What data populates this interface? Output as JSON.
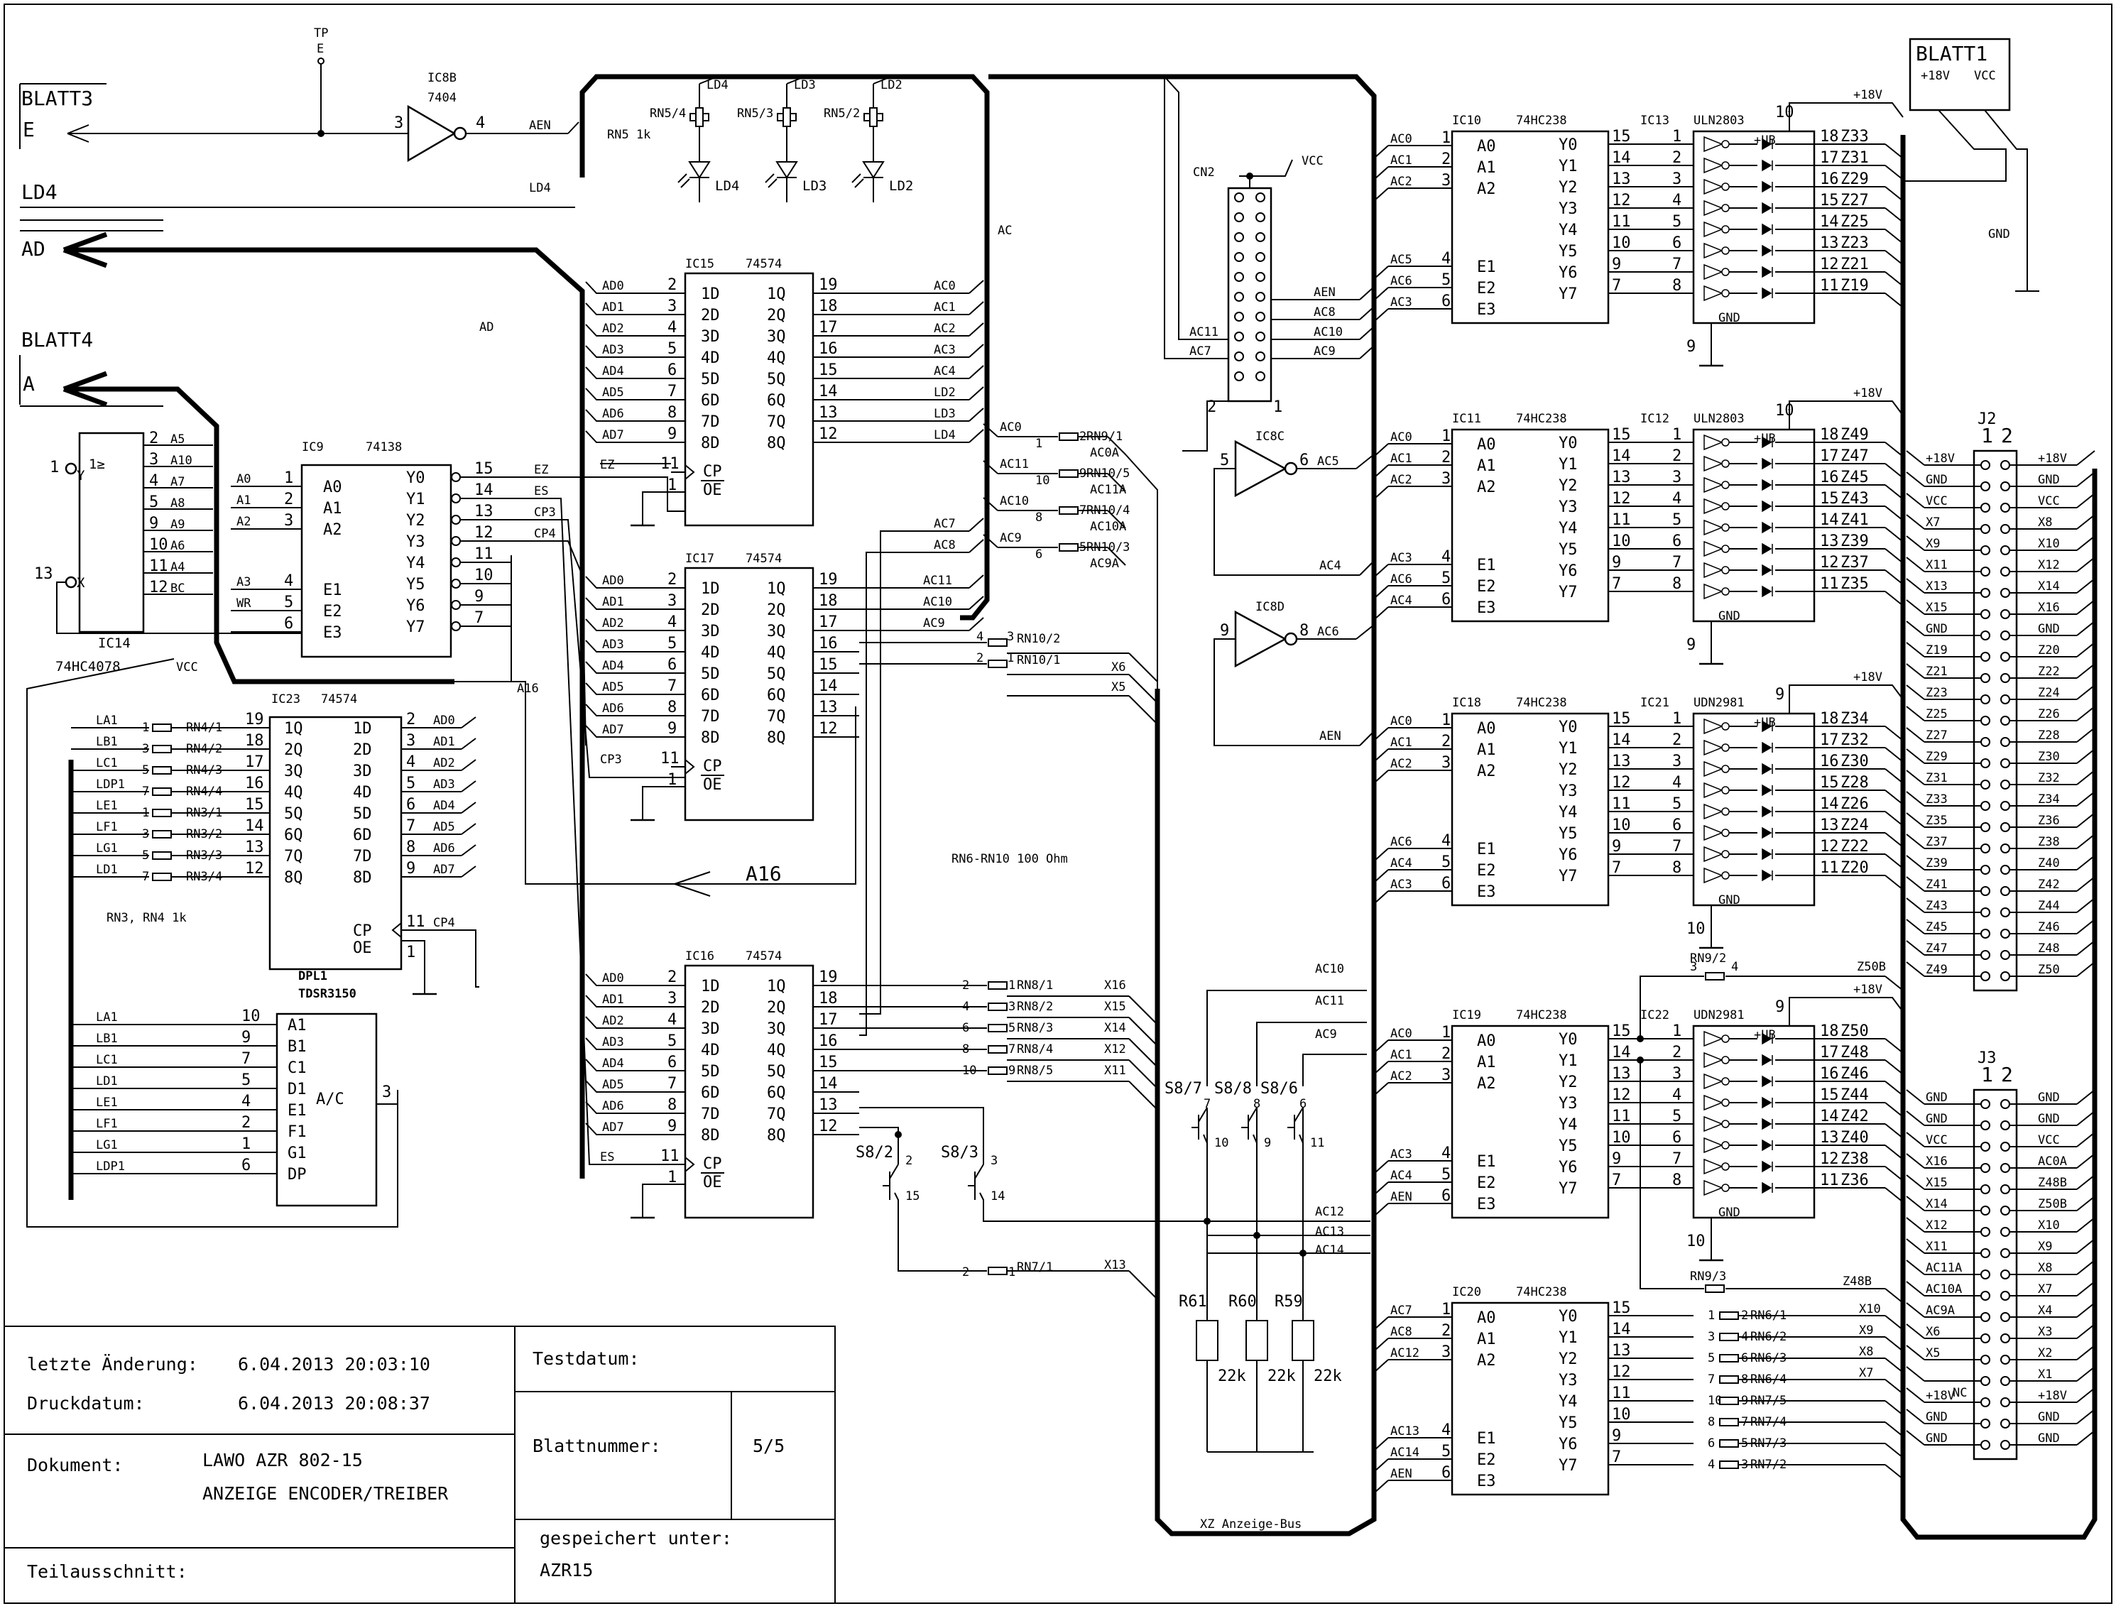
{
  "offpage": {
    "blatt3": {
      "title": "BLATT3",
      "sig": "E"
    },
    "ld4": "LD4",
    "ad": "AD",
    "blatt4": {
      "title": "BLATT4",
      "sig": "A"
    },
    "blatt1": {
      "title": "BLATT1",
      "v18": "+18V",
      "vcc": "VCC"
    }
  },
  "tp": {
    "label": "TP",
    "sig": "E"
  },
  "ic8b": {
    "name": "IC8B",
    "type": "7404",
    "in_pin": "3",
    "out_pin": "4",
    "out_net": "AEN"
  },
  "ld_net": "LD4",
  "rn5": {
    "label": "RN5 1k",
    "parts": [
      "RN5/4",
      "RN5/3",
      "RN5/2"
    ]
  },
  "leds": [
    "LD4",
    "LD3",
    "LD2"
  ],
  "bus_labels": {
    "ac": "AC",
    "ad": "AD",
    "a16": "A16",
    "xz": "XZ  Anzeige-Bus"
  },
  "ic14": {
    "name": "IC14",
    "type": "74HC4078",
    "sym": "1≥",
    "pins": [
      "2",
      "3",
      "4",
      "5",
      "9",
      "10",
      "11",
      "12"
    ],
    "nets": [
      "A5",
      "A10",
      "A7",
      "A8",
      "A9",
      "A6",
      "A4",
      "BC"
    ],
    "y_pin": "1",
    "x_pin": "13",
    "y": "Y",
    "x": "X",
    "vcc": "VCC"
  },
  "ic9": {
    "name": "IC9",
    "type": "74138",
    "inputs": [
      {
        "net": "A0",
        "pin": "1",
        "lbl": "A0"
      },
      {
        "net": "A1",
        "pin": "2",
        "lbl": "A1"
      },
      {
        "net": "A2",
        "pin": "3",
        "lbl": "A2"
      },
      {
        "net": "A3",
        "pin": "4",
        "lbl": "E1"
      },
      {
        "net": "WR",
        "pin": "5",
        "lbl": "E2"
      },
      {
        "net": "",
        "pin": "6",
        "lbl": "E3"
      }
    ],
    "outputs": [
      {
        "lbl": "Y0",
        "pin": "15",
        "net": "EZ"
      },
      {
        "lbl": "Y1",
        "pin": "14",
        "net": "ES"
      },
      {
        "lbl": "Y2",
        "pin": "13",
        "net": "CP3"
      },
      {
        "lbl": "Y3",
        "pin": "12",
        "net": "CP4"
      },
      {
        "lbl": "Y4",
        "pin": "11",
        "net": ""
      },
      {
        "lbl": "Y5",
        "pin": "10",
        "net": ""
      },
      {
        "lbl": "Y6",
        "pin": "9",
        "net": ""
      },
      {
        "lbl": "Y7",
        "pin": "7",
        "net": ""
      }
    ]
  },
  "latches": [
    {
      "name": "IC15",
      "type": "74574",
      "in_nets": [
        "AD0",
        "AD1",
        "AD2",
        "AD3",
        "AD4",
        "AD5",
        "AD6",
        "AD7"
      ],
      "in_pins": [
        "2",
        "3",
        "4",
        "5",
        "6",
        "7",
        "8",
        "9"
      ],
      "out_pins": [
        "19",
        "18",
        "17",
        "16",
        "15",
        "14",
        "13",
        "12"
      ],
      "out_nets": [
        "AC0",
        "AC1",
        "AC2",
        "AC3",
        "AC4",
        "LD2",
        "LD3",
        "LD4"
      ],
      "cp_net": "EZ",
      "cp_pin": "11",
      "oe_pin": "1",
      "cp": "CP",
      "oe": "OE"
    },
    {
      "name": "IC17",
      "type": "74574",
      "in_nets": [
        "AD0",
        "AD1",
        "AD2",
        "AD3",
        "AD4",
        "AD5",
        "AD6",
        "AD7"
      ],
      "in_pins": [
        "2",
        "3",
        "4",
        "5",
        "6",
        "7",
        "8",
        "9"
      ],
      "out_pins": [
        "19",
        "18",
        "17",
        "16",
        "15",
        "14",
        "13",
        "12"
      ],
      "out_nets": [
        "AC11",
        "AC10",
        "AC9",
        "",
        "",
        "",
        "",
        ""
      ],
      "cp_net": "CP3",
      "cp_pin": "11",
      "oe_pin": "1",
      "cp": "CP",
      "oe": "OE"
    },
    {
      "name": "IC16",
      "type": "74574",
      "in_nets": [
        "AD0",
        "AD1",
        "AD2",
        "AD3",
        "AD4",
        "AD5",
        "AD6",
        "AD7"
      ],
      "in_pins": [
        "2",
        "3",
        "4",
        "5",
        "6",
        "7",
        "8",
        "9"
      ],
      "out_pins": [
        "19",
        "18",
        "17",
        "16",
        "15",
        "14",
        "13",
        "12"
      ],
      "out_nets": [
        "",
        "",
        "",
        "",
        "",
        "",
        "",
        ""
      ],
      "cp_net": "ES",
      "cp_pin": "11",
      "oe_pin": "1",
      "cp": "CP",
      "oe": "OE"
    }
  ],
  "latch_labels": {
    "d": [
      "1D",
      "2D",
      "3D",
      "4D",
      "5D",
      "6D",
      "7D",
      "8D"
    ],
    "q": [
      "1Q",
      "2Q",
      "3Q",
      "4Q",
      "5Q",
      "6Q",
      "7Q",
      "8Q"
    ]
  },
  "ic23": {
    "name": "IC23",
    "type": "74574",
    "in_nets": [
      "LA1",
      "LB1",
      "LC1",
      "LDP1",
      "LE1",
      "LF1",
      "LG1",
      "LD1"
    ],
    "rn": [
      "RN4/1",
      "RN4/2",
      "RN4/3",
      "RN4/4",
      "RN3/1",
      "RN3/2",
      "RN3/3",
      "RN3/4"
    ],
    "rn_pins": [
      "1",
      "3",
      "5",
      "7",
      "1",
      "3",
      "5",
      "7"
    ],
    "q_pins": [
      "19",
      "18",
      "17",
      "16",
      "15",
      "14",
      "13",
      "12"
    ],
    "d_pins": [
      "2",
      "3",
      "4",
      "5",
      "6",
      "7",
      "8",
      "9"
    ],
    "d_nets": [
      "AD0",
      "AD1",
      "AD2",
      "AD3",
      "AD4",
      "AD5",
      "AD6",
      "AD7"
    ],
    "q": [
      "1Q",
      "2Q",
      "3Q",
      "4Q",
      "5Q",
      "6Q",
      "7Q",
      "8Q"
    ],
    "d": [
      "1D",
      "2D",
      "3D",
      "4D",
      "5D",
      "6D",
      "7D",
      "8D"
    ],
    "cp_net": "CP4",
    "cp_pin": "11",
    "oe_pin": "1",
    "cp": "CP",
    "oe": "OE",
    "rn_label": "RN3, RN4 1k"
  },
  "dpl1": {
    "name": "DPL1",
    "type": "TDSR3150",
    "nets": [
      "LA1",
      "LB1",
      "LC1",
      "LD1",
      "LE1",
      "LF1",
      "LG1",
      "LDP1"
    ],
    "pins": [
      "10",
      "9",
      "7",
      "5",
      "4",
      "2",
      "1",
      "6"
    ],
    "segs": [
      "A1",
      "B1",
      "C1",
      "D1",
      "E1",
      "F1",
      "G1",
      "DP"
    ],
    "ac": "A/C",
    "ac_pin": "3"
  },
  "rn_mid": [
    {
      "net": "AC0",
      "p1": "1",
      "p2": "2",
      "rn": "RN9/1",
      "out": "AC0A"
    },
    {
      "net": "AC11",
      "p1": "10",
      "p2": "9",
      "rn": "RN10/5",
      "out": "AC11A"
    },
    {
      "net": "AC10",
      "p1": "8",
      "p2": "7",
      "rn": "RN10/4",
      "out": "AC10A"
    },
    {
      "net": "AC9",
      "p1": "6",
      "p2": "5",
      "rn": "RN10/3",
      "out": "AC9A"
    }
  ],
  "rn_x": [
    {
      "p1": "4",
      "p2": "3",
      "rn": "RN10/2",
      "out": ""
    },
    {
      "p1": "2",
      "p2": "1",
      "rn": "RN10/1",
      "out": "X6"
    },
    {
      "out": "X5"
    }
  ],
  "ac78": [
    "AC7",
    "AC8"
  ],
  "rn8": [
    {
      "p1": "2",
      "p2": "1",
      "rn": "RN8/1",
      "out": "X16"
    },
    {
      "p1": "4",
      "p2": "3",
      "rn": "RN8/2",
      "out": "X15"
    },
    {
      "p1": "6",
      "p2": "5",
      "rn": "RN8/3",
      "out": "X14"
    },
    {
      "p1": "8",
      "p2": "7",
      "rn": "RN8/4",
      "out": "X12"
    },
    {
      "p1": "10",
      "p2": "9",
      "rn": "RN8/5",
      "out": "X11"
    }
  ],
  "rn7": {
    "p1": "2",
    "p2": "1",
    "rn": "RN7/1",
    "out": "X13"
  },
  "rn_note": "RN6-RN10 100 Ohm",
  "switches": [
    {
      "name": "S8/2",
      "a": "2",
      "b": "15"
    },
    {
      "name": "S8/3",
      "a": "3",
      "b": "14"
    },
    {
      "name": "S8/7",
      "a": "7",
      "b": "10"
    },
    {
      "name": "S8/8",
      "a": "8",
      "b": "9"
    },
    {
      "name": "S8/6",
      "a": "6",
      "b": "11"
    }
  ],
  "resistors": [
    {
      "name": "R61",
      "val": "22k"
    },
    {
      "name": "R60",
      "val": "22k"
    },
    {
      "name": "R59",
      "val": "22k"
    }
  ],
  "sw_nets": [
    "AC10",
    "AC11",
    "AC9",
    "AC12",
    "AC13",
    "AC14"
  ],
  "cn2": {
    "name": "CN2",
    "vcc": "VCC",
    "left": [
      "AC11",
      "AC7"
    ],
    "right": [
      "AEN",
      "AC8",
      "AC10",
      "AC9"
    ],
    "p2": "2",
    "p1": "1"
  },
  "ic8c": {
    "name": "IC8C",
    "in_pin": "5",
    "out_pin": "6",
    "out_net": "AC5",
    "in_net": "AC4"
  },
  "ic8d": {
    "name": "IC8D",
    "in_pin": "9",
    "out_pin": "8",
    "out_net": "AC6",
    "in_net": "AEN"
  },
  "decoders": [
    {
      "name": "IC10",
      "type": "74HC238",
      "in_nets": [
        "AC0",
        "AC1",
        "AC2",
        "AC5",
        "AC6",
        "AC3"
      ],
      "drv": {
        "name": "IC13",
        "type": "ULN2803",
        "vpin": "10",
        "v": "+18V",
        "ub": "+UB",
        "gnd": "GND",
        "gpin": "9",
        "out_pins": [
          "18",
          "17",
          "16",
          "15",
          "14",
          "13",
          "12",
          "11"
        ],
        "out_nets": [
          "Z33",
          "Z31",
          "Z29",
          "Z27",
          "Z25",
          "Z23",
          "Z21",
          "Z19"
        ]
      }
    },
    {
      "name": "IC11",
      "type": "74HC238",
      "in_nets": [
        "AC0",
        "AC1",
        "AC2",
        "AC3",
        "AC6",
        "AC4"
      ],
      "drv": {
        "name": "IC12",
        "type": "ULN2803",
        "vpin": "10",
        "v": "+18V",
        "ub": "+UB",
        "gnd": "GND",
        "gpin": "9",
        "out_pins": [
          "18",
          "17",
          "16",
          "15",
          "14",
          "13",
          "12",
          "11"
        ],
        "out_nets": [
          "Z49",
          "Z47",
          "Z45",
          "Z43",
          "Z41",
          "Z39",
          "Z37",
          "Z35"
        ]
      }
    },
    {
      "name": "IC18",
      "type": "74HC238",
      "in_nets": [
        "AC0",
        "AC1",
        "AC2",
        "AC6",
        "AC4",
        "AC3"
      ],
      "drv": {
        "name": "IC21",
        "type": "UDN2981",
        "vpin": "9",
        "v": "+18V",
        "ub": "+UB",
        "gnd": "GND",
        "gpin": "10",
        "out_pins": [
          "18",
          "17",
          "16",
          "15",
          "14",
          "13",
          "12",
          "11"
        ],
        "out_nets": [
          "Z34",
          "Z32",
          "Z30",
          "Z28",
          "Z26",
          "Z24",
          "Z22",
          "Z20"
        ]
      }
    },
    {
      "name": "IC19",
      "type": "74HC238",
      "in_nets": [
        "AC0",
        "AC1",
        "AC2",
        "AC3",
        "AC4",
        "AEN"
      ],
      "drv": {
        "name": "IC22",
        "type": "UDN2981",
        "vpin": "9",
        "v": "+18V",
        "ub": "+UB",
        "gnd": "GND",
        "gpin": "10",
        "out_pins": [
          "18",
          "17",
          "16",
          "15",
          "14",
          "13",
          "12",
          "11"
        ],
        "out_nets": [
          "Z50",
          "Z48",
          "Z46",
          "Z44",
          "Z42",
          "Z40",
          "Z38",
          "Z36"
        ]
      }
    },
    {
      "name": "IC20",
      "type": "74HC238",
      "in_nets": [
        "AC7",
        "AC8",
        "AC12",
        "AC13",
        "AC14",
        "AEN"
      ],
      "drv": null
    }
  ],
  "dec_labels": {
    "in": [
      "A0",
      "A1",
      "A2",
      "E1",
      "E2",
      "E3"
    ],
    "in_pins": [
      "1",
      "2",
      "3",
      "4",
      "5",
      "6"
    ],
    "out": [
      "Y0",
      "Y1",
      "Y2",
      "Y3",
      "Y4",
      "Y5",
      "Y6",
      "Y7"
    ],
    "out_pins": [
      "15",
      "14",
      "13",
      "12",
      "11",
      "10",
      "9",
      "7"
    ],
    "drv_in_pins": [
      "1",
      "2",
      "3",
      "4",
      "5",
      "6",
      "7",
      "8"
    ]
  },
  "rn9": [
    {
      "p1": "3",
      "p2": "4",
      "rn": "RN9/2",
      "out": "Z50B"
    },
    {
      "rn": "RN9/3",
      "out": "Z48B"
    }
  ],
  "rn_ic20": [
    {
      "p1": "1",
      "p2": "2",
      "rn": "RN6/1",
      "out": "X10"
    },
    {
      "p1": "3",
      "p2": "4",
      "rn": "RN6/2",
      "out": "X9"
    },
    {
      "p1": "5",
      "p2": "6",
      "rn": "RN6/3",
      "out": "X8"
    },
    {
      "p1": "7",
      "p2": "8",
      "rn": "RN6/4",
      "out": "X7"
    },
    {
      "p1": "10",
      "p2": "9",
      "rn": "RN7/5",
      "out": ""
    },
    {
      "p1": "8",
      "p2": "7",
      "rn": "RN7/4",
      "out": ""
    },
    {
      "p1": "6",
      "p2": "5",
      "rn": "RN7/3",
      "out": ""
    },
    {
      "p1": "4",
      "p2": "3",
      "rn": "RN7/2",
      "out": ""
    }
  ],
  "j2": {
    "name": "J2",
    "cols": [
      "1",
      "2"
    ],
    "left": [
      "+18V",
      "GND",
      "VCC",
      "X7",
      "X9",
      "X11",
      "X13",
      "X15",
      "GND",
      "Z19",
      "Z21",
      "Z23",
      "Z25",
      "Z27",
      "Z29",
      "Z31",
      "Z33",
      "Z35",
      "Z37",
      "Z39",
      "Z41",
      "Z43",
      "Z45",
      "Z47",
      "Z49"
    ],
    "right": [
      "+18V",
      "GND",
      "VCC",
      "X8",
      "X10",
      "X12",
      "X14",
      "X16",
      "GND",
      "Z20",
      "Z22",
      "Z24",
      "Z26",
      "Z28",
      "Z30",
      "Z32",
      "Z34",
      "Z36",
      "Z38",
      "Z40",
      "Z42",
      "Z44",
      "Z46",
      "Z48",
      "Z50"
    ]
  },
  "j3": {
    "name": "J3",
    "cols": [
      "1",
      "2"
    ],
    "nc": "NC",
    "left": [
      "GND",
      "GND",
      "VCC",
      "X16",
      "X15",
      "X14",
      "X12",
      "X11",
      "AC11A",
      "AC10A",
      "AC9A",
      "X6",
      "X5",
      "",
      "+18V",
      "GND",
      "GND"
    ],
    "right": [
      "GND",
      "GND",
      "VCC",
      "AC0A",
      "Z48B",
      "Z50B",
      "X10",
      "X9",
      "X8",
      "X7",
      "X4",
      "X3",
      "X2",
      "X1",
      "+18V",
      "GND",
      "GND"
    ]
  },
  "gnd": "GND",
  "titleblock": {
    "last_change_label": "letzte Änderung:",
    "last_change": "6.04.2013  20:03:10",
    "print_label": "Druckdatum:",
    "print": "6.04.2013  20:08:37",
    "test_label": "Testdatum:",
    "doc_label": "Dokument:",
    "doc1": "LAWO AZR 802-15",
    "doc2": "ANZEIGE ENCODER/TREIBER",
    "sheet_label": "Blattnummer:",
    "sheet": "5/5",
    "saved_label": "gespeichert unter:",
    "saved": "AZR15",
    "part_label": "Teilausschnitt:"
  }
}
